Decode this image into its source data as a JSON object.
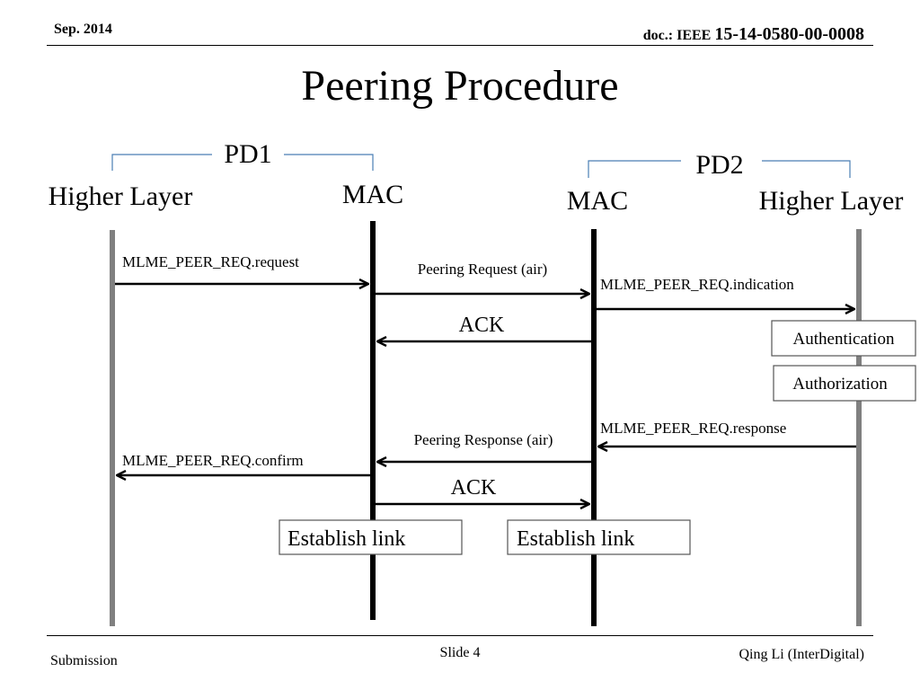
{
  "header": {
    "date": "Sep. 2014",
    "doc_prefix": "doc.: IEEE ",
    "doc_number": "15-14-0580-00-0008"
  },
  "title": "Peering Procedure",
  "devices": {
    "pd1": "PD1",
    "pd2": "PD2"
  },
  "lanes": {
    "pd1_higher_layer": "Higher Layer",
    "pd1_mac": "MAC",
    "pd2_mac": "MAC",
    "pd2_higher_layer": "Higher Layer"
  },
  "messages": {
    "peer_request": "MLME_PEER_REQ.request",
    "peering_request_air": "Peering Request (air)",
    "peer_indication": "MLME_PEER_REQ.indication",
    "ack_1": "ACK",
    "peer_response": "MLME_PEER_REQ.response",
    "peering_response_air": "Peering Response (air)",
    "peer_confirm": "MLME_PEER_REQ.confirm",
    "ack_2": "ACK"
  },
  "processes": {
    "authentication": "Authentication",
    "authorization": "Authorization",
    "establish_link_pd1": "Establish link",
    "establish_link_pd2": "Establish link"
  },
  "footer": {
    "submission": "Submission",
    "slide": "Slide 4",
    "author": "Qing Li (InterDigital)"
  },
  "colors": {
    "bracket": "#4a7eb5",
    "higher_layer_line": "#808080",
    "mac_line": "#000000",
    "box_border": "#555555"
  }
}
